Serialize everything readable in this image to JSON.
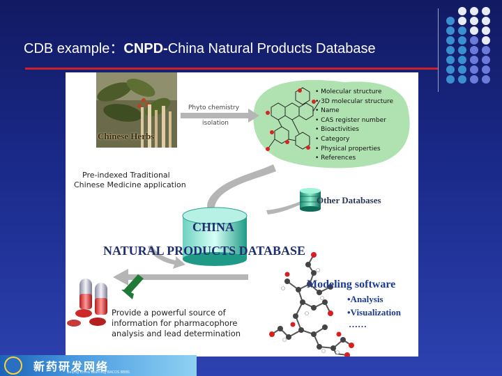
{
  "slide": {
    "title_prefix": "CDB example：",
    "title_bold": "CNPD-",
    "title_rest": "China Natural Products Database"
  },
  "diagram": {
    "herbs_label": "Chinese Herbs",
    "phytochemistry_label": "Phyto chemistry",
    "isolation_label": "isolation",
    "molecule_properties": [
      "• Molecular structure",
      "• 3D molecular structure",
      "• Name",
      "• CAS register number",
      "• Bioactivities",
      "• Category",
      "• Physical properties",
      "• References"
    ],
    "preindexed_line1": "Pre-indexed Traditional",
    "preindexed_line2": "Chinese Medicine application",
    "other_databases": "Other Databases",
    "db_title_line1": "CHINA",
    "db_title_line2": "NATURAL PRODUCTS DATABASE",
    "modeling_title": "Modeling software",
    "modeling_items": [
      "•Analysis",
      "•Visualization",
      "……"
    ],
    "provide_line1": "Provide a powerful source of",
    "provide_line2": "information for pharmacophore",
    "provide_line3": "analysis and  lead determination"
  },
  "logo": {
    "text": "新药研发网络",
    "subtext": "Beijing China Learning BACOS BBBS"
  },
  "colors": {
    "background_top": "#121a63",
    "accent_red": "#d0202a",
    "diagram_teal": "#1c9c8a",
    "db_title_blue": "#1e2f6e",
    "modeling_blue": "#1b3a92"
  }
}
